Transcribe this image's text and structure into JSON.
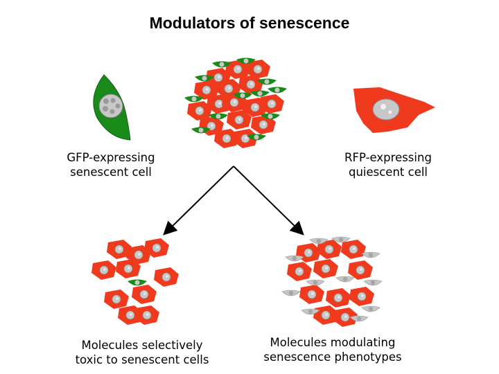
{
  "title": "Modulators of senescence",
  "labels": {
    "gfp_line1": "GFP-expressing",
    "gfp_line2": "senescent cell",
    "rfp_line1": "RFP-expressing",
    "rfp_line2": "quiescent cell",
    "toxic_line1": "Molecules selectively",
    "toxic_line2": "toxic to senescent cells",
    "modulating_line1": "Molecules modulating",
    "modulating_line2": "senescence phenotypes"
  },
  "colors": {
    "gfp_green": "#1a8a1a",
    "rfp_red": "#f03a1e",
    "gray_cell": "#c8c8c8",
    "nucleus": "#b0b0b0",
    "arrow": "#000000"
  }
}
